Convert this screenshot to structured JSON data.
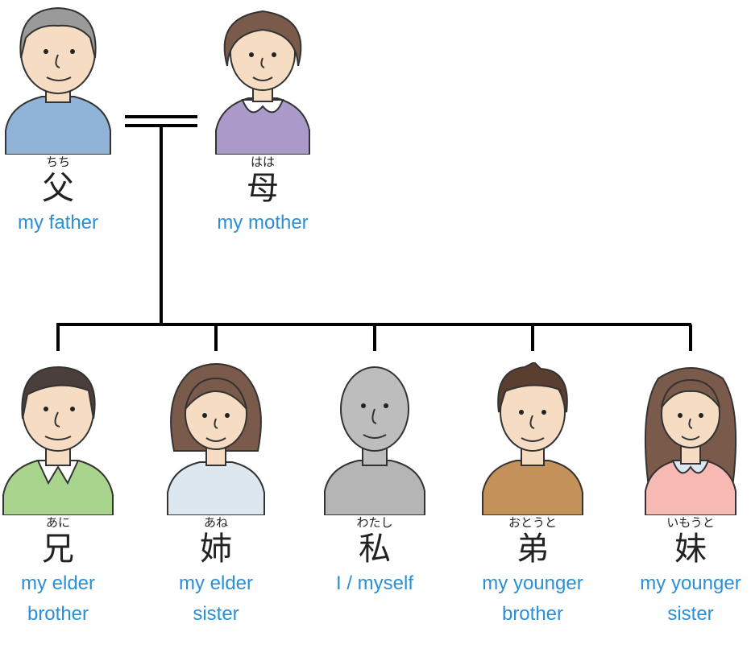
{
  "parents": [
    {
      "id": "father",
      "reading": "ちち",
      "kanji": "父",
      "english": "my father",
      "shirt": "#8fb4d8",
      "hair": "#9a9a9a",
      "skin": "#f6dcc2"
    },
    {
      "id": "mother",
      "reading": "はは",
      "kanji": "母",
      "english": "my mother",
      "shirt": "#a99ac9",
      "hair": "#7a5a4a",
      "skin": "#f6dcc2"
    }
  ],
  "children": [
    {
      "id": "elder-brother",
      "reading": "あに",
      "kanji": "兄",
      "english": "my elder brother",
      "shirt": "#a9d48e",
      "hair": "#4a3f3a",
      "skin": "#f6dcc2"
    },
    {
      "id": "elder-sister",
      "reading": "あね",
      "kanji": "姉",
      "english": "my elder sister",
      "shirt": "#dce7f0",
      "hair": "#7a5a4a",
      "skin": "#f6dcc2"
    },
    {
      "id": "myself",
      "reading": "わたし",
      "kanji": "私",
      "english": "I / myself",
      "shirt": "#b5b5b5",
      "hair": "#b5b5b5",
      "skin": "#bdbdbd"
    },
    {
      "id": "younger-brother",
      "reading": "おとうと",
      "kanji": "弟",
      "english": "my younger brother",
      "shirt": "#c4915a",
      "hair": "#5a3f30",
      "skin": "#f6dcc2"
    },
    {
      "id": "younger-sister",
      "reading": "いもうと",
      "kanji": "妹",
      "english": "my younger sister",
      "shirt": "#f7b9b4",
      "hair": "#7a5a4a",
      "skin": "#f6dcc2"
    }
  ]
}
